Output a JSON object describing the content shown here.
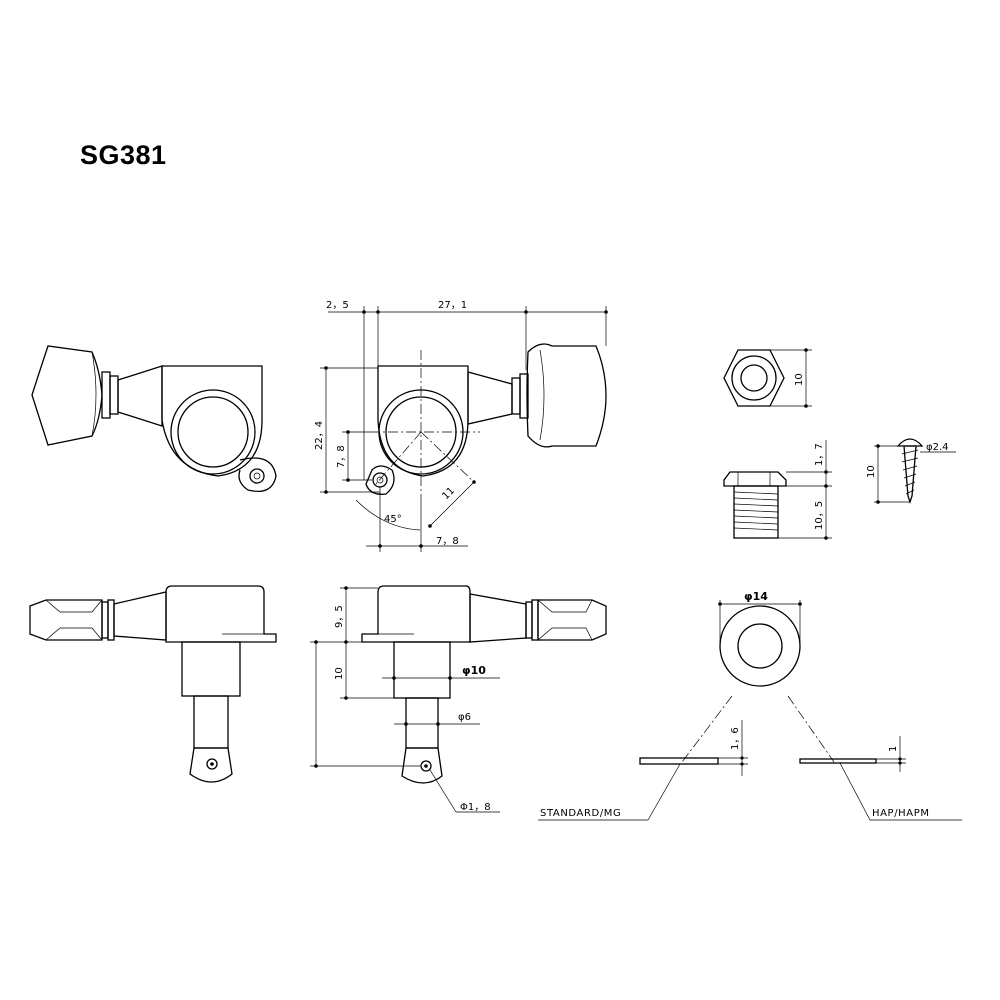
{
  "title": "SG381",
  "dimensions": {
    "d_2_5": "2，5",
    "d_27_1": "27，1",
    "d_22_4": "22，4",
    "d_7_8_v": "7，8",
    "d_11": "11",
    "d_45": "45°",
    "d_7_8_h": "7，8",
    "d_10_nut": "10",
    "d_1_7": "1，7",
    "d_10_5": "10，5",
    "d_10_screw": "10",
    "d_phi24": "φ2.4",
    "d_9_5": "9，5",
    "d_10_post": "10",
    "d_phi10": "φ10",
    "d_phi6": "φ6",
    "d_phi1_8": "Φ1，8",
    "d_phi14": "φ14",
    "d_1_6": "1，6",
    "d_1": "1"
  },
  "labels": {
    "standard": "STANDARD/MG",
    "hap": "HAP/HAPM"
  }
}
